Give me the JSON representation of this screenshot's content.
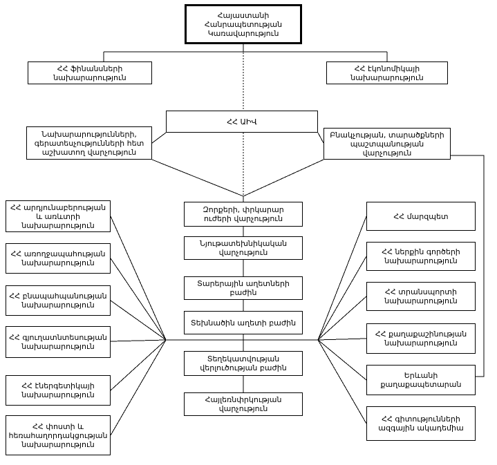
{
  "nodes": {
    "government": {
      "label": "Հայաստանի\nՀանրապետության\nԿառավարություն"
    },
    "finance": {
      "label": "ՀՀ ֆինանսների\nնախարարություն"
    },
    "economy": {
      "label": "ՀՀ էկոնոմիկայի\nնախարարություն"
    },
    "aiv": {
      "label": "ՀՀ ԱԻՎ"
    },
    "ministries_dept": {
      "label": "Նախարարությունների,\nգերատեսչությունների հետ\nաշխատող վարչություն"
    },
    "population_dept": {
      "label": "Բնակչության, տարածքների\nպաշտպանության\nվարչություն"
    },
    "center": [
      {
        "label": "Զորքերի, փրկարար\nուժերի վարչություն"
      },
      {
        "label": "Նյութատեխնիկական\nվարչություն"
      },
      {
        "label": "Տարերային աղետների\nբաժին"
      },
      {
        "label": "Տեխնածին աղետի բաժին"
      },
      {
        "label": "Տեղեկատվության\nվերլուծության բաժին"
      },
      {
        "label": "Հայլեռնփրկության\nվարչություն"
      }
    ],
    "left": [
      {
        "label": "ՀՀ արդյունաբերության\nև առևտրի\nնախարարություն"
      },
      {
        "label": "ՀՀ առողջապահության\nնախարարություն"
      },
      {
        "label": "ՀՀ բնապահպանության\nնախարարություն"
      },
      {
        "label": "ՀՀ գյուղատնտեսության\nնախարարություն"
      },
      {
        "label": "ՀՀ էներգետիկայի\nնախարարություն"
      },
      {
        "label": "ՀՀ փոստի և\nհեռահաղորդակցության\nնախարարություն"
      }
    ],
    "right": [
      {
        "label": "ՀՀ մարզպետ"
      },
      {
        "label": "ՀՀ ներքին գործերի\nնախարարություն"
      },
      {
        "label": "ՀՀ տրանսպորտի\nնախարարություն"
      },
      {
        "label": "ՀՀ քաղաքաշինության\nնախարարություն"
      },
      {
        "label": "Երևանի\nքաղաքապետարան"
      },
      {
        "label": "ՀՀ գիտությունների\nազգային ակադեմիա"
      }
    ]
  },
  "colors": {
    "line": "#000000",
    "box_border": "#000000",
    "box_background": "#ffffff"
  }
}
